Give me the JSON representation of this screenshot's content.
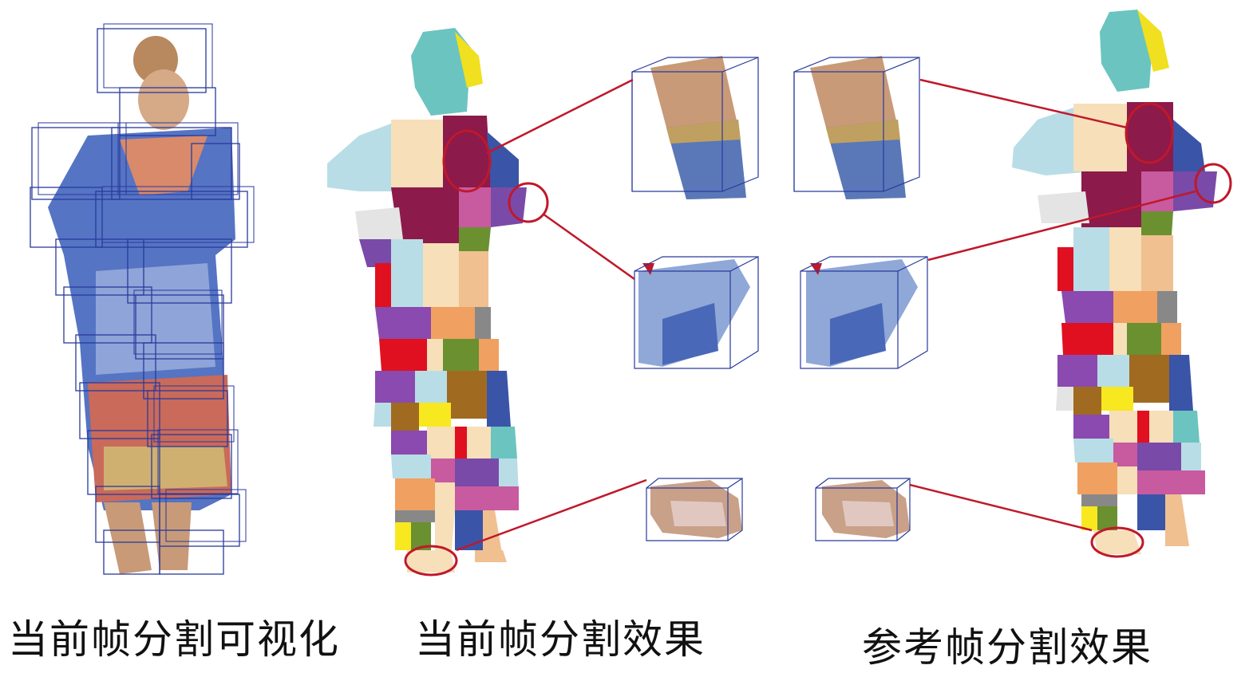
{
  "captions": {
    "current_visualization": "当前帧分割可视化",
    "current_result": "当前帧分割效果",
    "reference_result": "参考帧分割效果"
  },
  "colors": {
    "box_blue": "#2a3a9c",
    "highlight_red": "#c0182a",
    "skin": "#c89a78",
    "dress_blue": "#4a68b8"
  },
  "icons": [
    "person-figure",
    "segmented-figure",
    "bounding-box",
    "highlight-circle",
    "connector-line"
  ]
}
